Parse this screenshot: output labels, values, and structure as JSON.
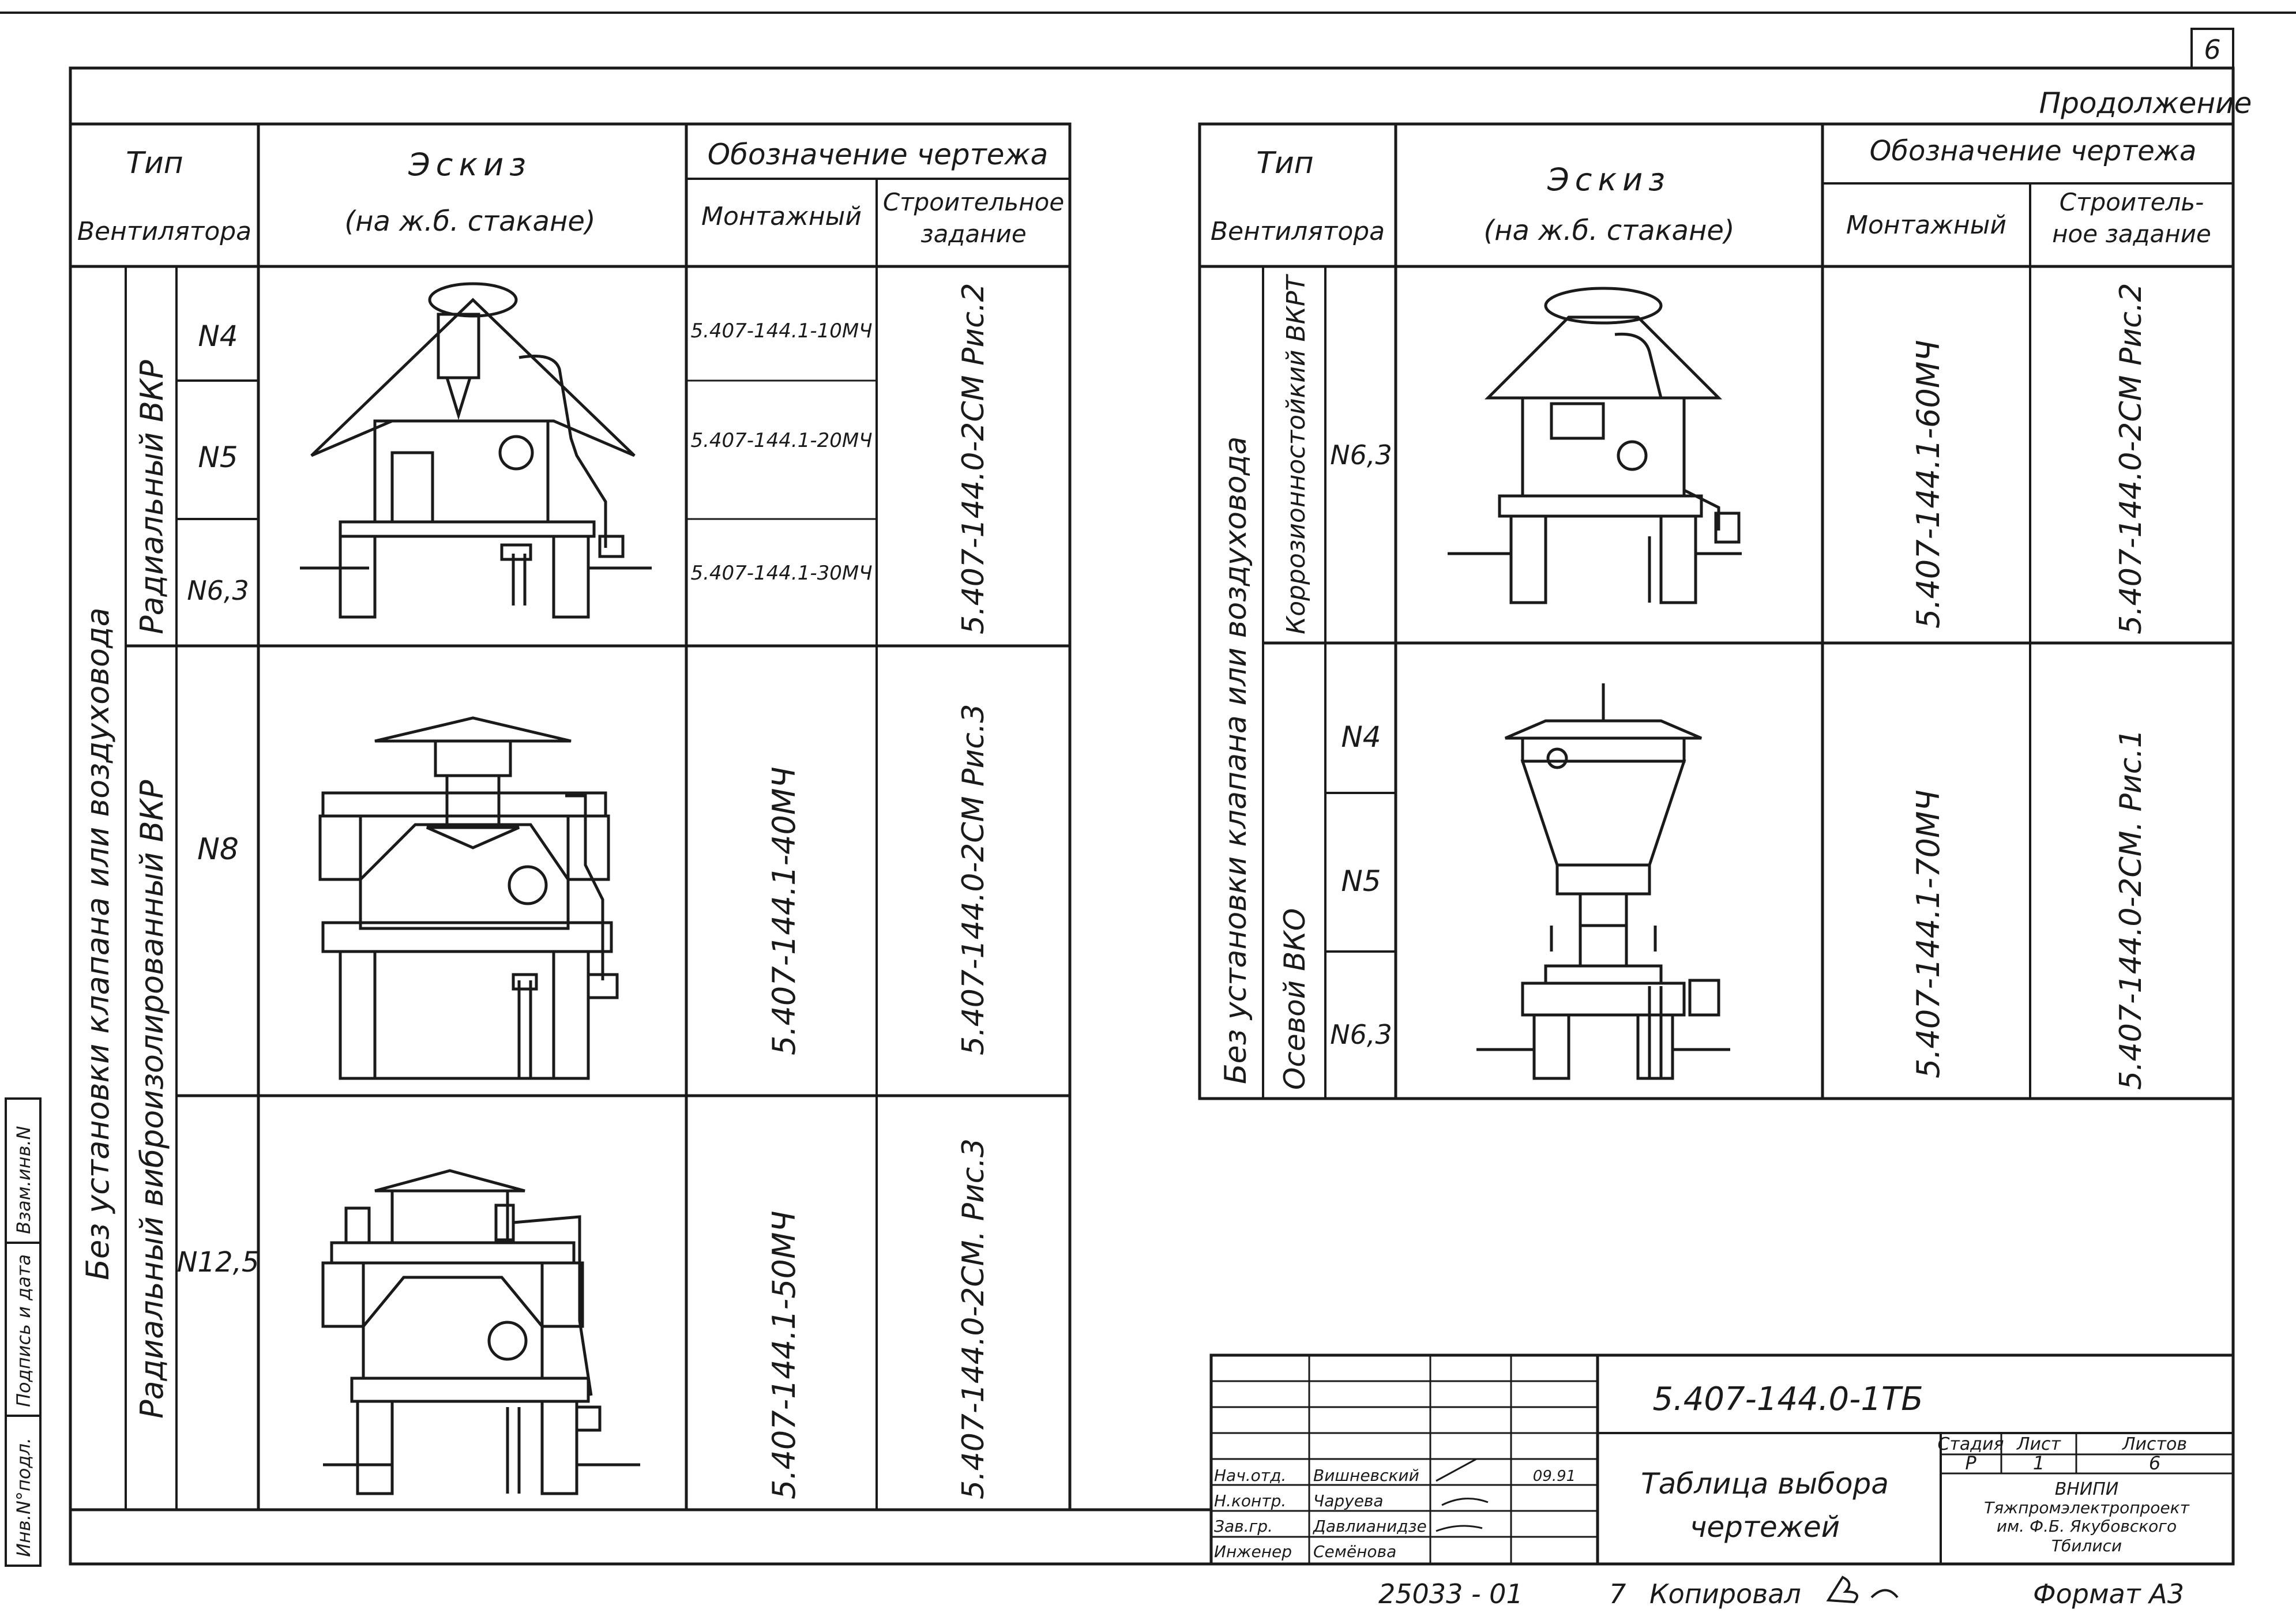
{
  "sheet_number": "6",
  "continuation": "Продолжение",
  "left_table": {
    "headers": {
      "type_line1": "Тип",
      "type_line2": "Вентилятора",
      "sketch_line1": "Эскиз",
      "sketch_line2": "(на ж.б. стакане)",
      "designation": "Обозначение чертежа",
      "mounting": "Монтажный",
      "construction_line1": "Строительное",
      "construction_line2": "задание"
    },
    "group_label": "Без установки клапана или воздуховода",
    "rows": [
      {
        "kind": "Радиальный ВКР",
        "sizes": [
          "N4",
          "N5",
          "N6,3"
        ],
        "mounting": [
          "5.407-144.1-10МЧ",
          "5.407-144.1-20МЧ",
          "5.407-144.1-30МЧ"
        ],
        "construction": "5.407-144.0-2СМ Рис.2"
      },
      {
        "kind": "Радиальный виброизолированный ВКР",
        "sizes": [
          "N8"
        ],
        "mounting": [
          "5.407-144.1-40МЧ"
        ],
        "construction": "5.407-144.0-2СМ Рис.3"
      },
      {
        "kind": "",
        "sizes": [
          "N12,5"
        ],
        "mounting": [
          "5.407-144.1-50МЧ"
        ],
        "construction": "5.407-144.0-2СМ. Рис.3"
      }
    ]
  },
  "right_table": {
    "headers": {
      "type_line1": "Тип",
      "type_line2": "Вентилятора",
      "sketch_line1": "Эскиз",
      "sketch_line2": "(на ж.б. стакане)",
      "designation": "Обозначение чертежа",
      "mounting": "Монтажный",
      "construction_line1": "Строитель-",
      "construction_line2": "ное задание"
    },
    "group_label": "Без установки клапана или воздуховода",
    "rows": [
      {
        "kind": "Коррозионностойкий ВКРТ",
        "sizes": [
          "N6,3"
        ],
        "mounting": "5.407-144.1-60МЧ",
        "construction": "5.407-144.0-2СМ Рис.2"
      },
      {
        "kind": "Осевой ВКО",
        "sizes": [
          "N4",
          "N5",
          "N6,3"
        ],
        "mounting": "5.407-144.1-70МЧ",
        "construction": "5.407-144.0-2СМ. Рис.1"
      }
    ]
  },
  "title_block": {
    "code": "5.407-144.0-1ТБ",
    "title_line1": "Таблица выбора",
    "title_line2": "чертежей",
    "stage_label": "Стадия",
    "sheet_label": "Лист",
    "sheets_label": "Листов",
    "stage": "Р",
    "sheet": "1",
    "sheets": "6",
    "org_line1": "ВНИПИ",
    "org_line2": "Тяжпромэлектропроект",
    "org_line3": "им. Ф.Б. Якубовского",
    "org_line4": "Тбилиси",
    "date": "09.91",
    "roles": [
      {
        "role": "Нач.отд.",
        "name": "Вишневский"
      },
      {
        "role": "Н.контр.",
        "name": "Чаруева"
      },
      {
        "role": "Зав.гр.",
        "name": "Давлианидзе"
      },
      {
        "role": "Инженер",
        "name": "Семёнова"
      }
    ]
  },
  "side_stamp": [
    "Инв.N°подл.",
    "Подпись и дата",
    "Взам.инв.N"
  ],
  "footer": {
    "order": "25033 - 01",
    "num": "7",
    "copied_label": "Копировал",
    "format_label": "Формат А3"
  }
}
